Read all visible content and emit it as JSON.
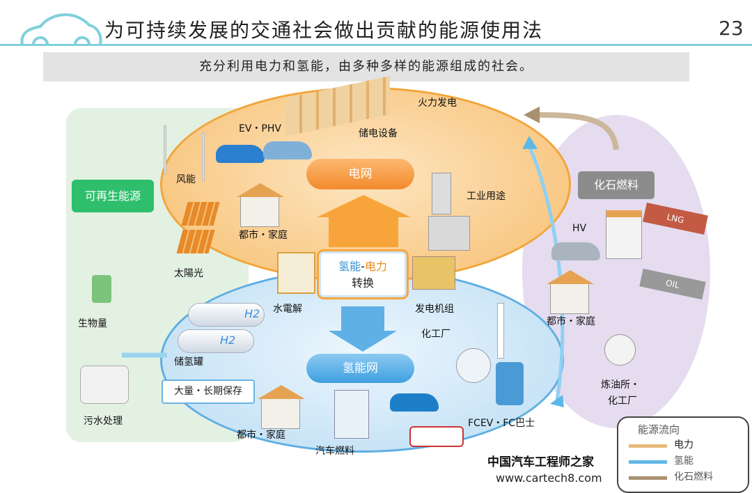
{
  "header": {
    "title": "为可持续发展的交通社会做出贡献的能源使用法",
    "page_number": "23"
  },
  "subtitle": "充分利用电力和氢能，由多种多样的能源组成的社会。",
  "renewable": {
    "label": "可再生能源",
    "items": [
      "风能",
      "太陽光",
      "生物量",
      "污水处理"
    ]
  },
  "grid": {
    "label": "电网",
    "items": [
      "火力发电",
      "EV・PHV",
      "储电设备",
      "工业用途",
      "都市・家庭"
    ]
  },
  "conversion": {
    "line1_a": "氢能",
    "line1_dash": "-",
    "line1_b": "电力",
    "line2": "转换",
    "left": "水電解",
    "right": "发电机组"
  },
  "hydrogen": {
    "label": "氢能网",
    "items": [
      "储氢罐",
      "化工厂",
      "都市・家庭",
      "汽车燃料",
      "FCEV・FC巴士"
    ],
    "storage": "大量・长期保存",
    "tank_label": "H2"
  },
  "fossil": {
    "label": "化石燃料",
    "items": [
      "HV",
      "都市・家庭",
      "炼油所・",
      "化工厂"
    ],
    "lng": "LNG",
    "oil": "OIL"
  },
  "legend": {
    "title": "能源流向",
    "items": [
      {
        "label": "电力",
        "color": "#e8b978"
      },
      {
        "label": "氢能",
        "color": "#63b7e6"
      },
      {
        "label": "化石燃料",
        "color": "#a89070"
      }
    ]
  },
  "watermark": {
    "line1": "中国汽车工程师之家",
    "line2": "www.cartech8.com"
  },
  "colors": {
    "accent_line": "#7fd0dc",
    "green": "#2fbf6c",
    "orange": "#f28a2c",
    "blue": "#3e9fe0",
    "purple": "#e5dcef"
  }
}
